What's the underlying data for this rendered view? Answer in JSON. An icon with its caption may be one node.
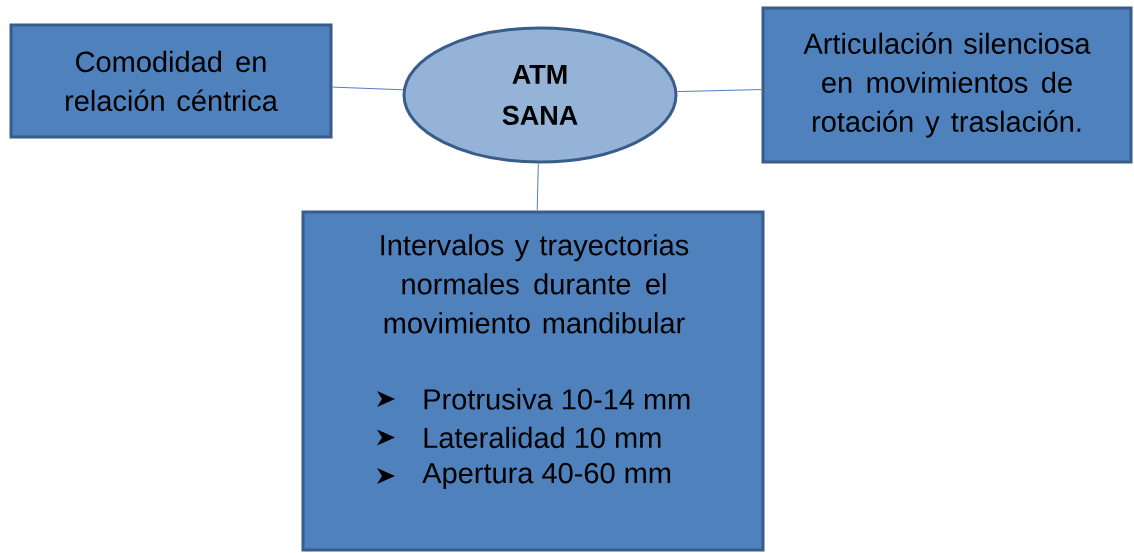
{
  "diagram": {
    "nodes": [
      {
        "text": [
          "Comodidad en relación céntrica"
        ]
      },
      {
        "text": [
          "ATM SANA"
        ]
      },
      {
        "text": [
          "Articulación silenciosa en movimientos de rotación y traslación."
        ]
      },
      {
        "text": [
          "Intervalos y trayectorias normales durante el movimiento mandibular",
          "Protrusiva 10-14 mm",
          "Lateralidad 10 mm",
          "Apertura 40-60 mm"
        ]
      }
    ],
    "edges": [
      {
        "from": 0,
        "to": 1,
        "arrow": "none"
      },
      {
        "from": 1,
        "to": 2,
        "arrow": "none"
      },
      {
        "from": 1,
        "to": 3,
        "arrow": "none"
      }
    ]
  }
}
